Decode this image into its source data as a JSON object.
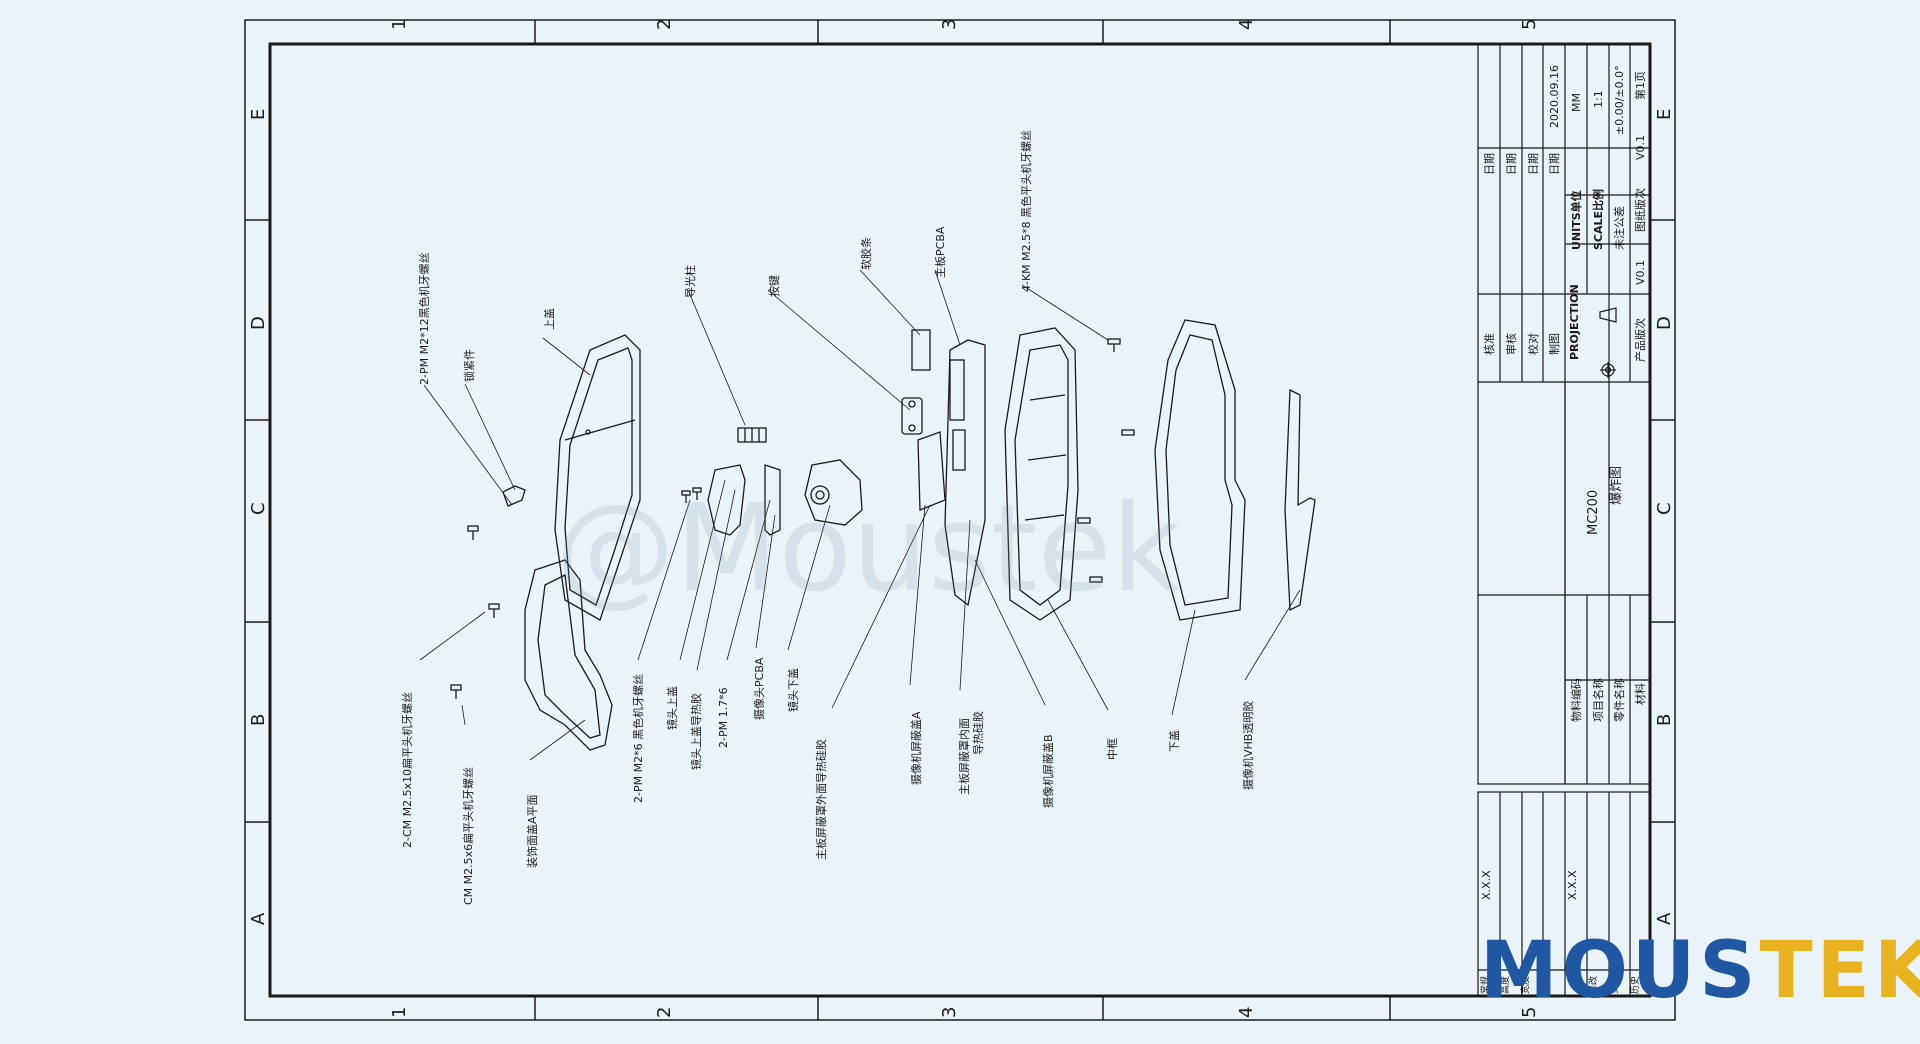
{
  "frame": {
    "col_labels": [
      "1",
      "2",
      "3",
      "4",
      "5"
    ],
    "row_labels": [
      "E",
      "D",
      "C",
      "B",
      "A"
    ]
  },
  "title_block": {
    "date_labels": [
      "日期",
      "日期",
      "日期",
      "日期"
    ],
    "date_value": "2020.09.16",
    "units_label": "UNITS单位",
    "units_value": "MM",
    "scale_label": "SCALE比例",
    "scale_value": "1:1",
    "tolerance_label": "未注公差",
    "tolerance_value": "±0.00/±0.0°",
    "drawing_version_label": "图纸版次",
    "drawing_version_value": "V0.1",
    "page_label": "第1页",
    "role_labels": [
      "核准",
      "审核",
      "校对",
      "制图"
    ],
    "projection_label": "PROJECTION",
    "product_version_label": "产品版次",
    "product_version_value": "V0.1",
    "project_code": "MC200",
    "drawing_name": "爆炸图",
    "field_labels": [
      "物料编码",
      "项目名称",
      "零件名称",
      "材料"
    ],
    "rev_placeholder_left": "X.X.X",
    "rev_placeholder_right": "X.X.X",
    "rev_labels_left": [
      "常规",
      "高度",
      "宽度",
      "尺寸"
    ],
    "rev_labels_right": [
      "修改",
      "变更",
      "历史"
    ]
  },
  "callouts": {
    "screw_m2x12": "2-PM M2*12黑色机牙螺丝",
    "lock_part": "锁紧件",
    "top_cover": "上盖",
    "light_guide": "导光柱",
    "button": "按键",
    "soft_glue": "软胶条",
    "main_pcba": "主板PCBA",
    "screw_km": "4-KM M2.5*8 黑色平头机牙螺丝",
    "screw_cm10": "2-CM M2.5x10扁平头机牙螺丝",
    "screw_cm6": "CM M2.5x6扁平头机牙螺丝",
    "deco_panel": "装饰面盖A平面",
    "screw_pm6": "2-PM M2*6 黑色机牙螺丝",
    "lens_top": "镜头上盖",
    "lens_thermal": "镜头上盖导热胶",
    "pm_17": "2-PM 1.7*6",
    "camera_pcba": "摄像头PCBA",
    "lens_bottom": "镜头下盖",
    "shield_thermal": "主板屏蔽罩外面导热硅胶",
    "shield_a": "摄像机屏蔽盖A",
    "shield_inner": "主板屏蔽罩内面",
    "shield_inner_2": "导热硅胶",
    "shield_b": "摄像机屏蔽盖B",
    "mid_frame": "中框",
    "bottom_cover": "下盖",
    "vhb": "摄像机VHB透明胶"
  },
  "watermark_text": "@Moustek",
  "brand": {
    "left": "MOUS",
    "right": "TEK"
  },
  "colors": {
    "background": "#eaf3f8",
    "line": "#1a1a1a",
    "brand_blue": "#1f57a3",
    "brand_yellow": "#e9b320"
  }
}
